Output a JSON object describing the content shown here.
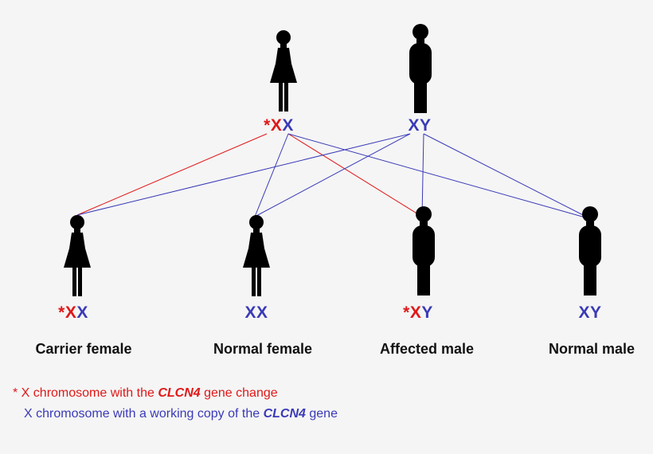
{
  "colors": {
    "mutant": "#e01818",
    "normal": "#3a3ab8",
    "figure": "#000000",
    "background": "#f5f5f5"
  },
  "parents": {
    "mother": {
      "star": "*",
      "x1": "X",
      "x2": "X"
    },
    "father": {
      "x": "X",
      "y": "Y"
    }
  },
  "children": [
    {
      "star": "*",
      "a": "X",
      "b": "X",
      "label": "Carrier female"
    },
    {
      "star": "",
      "a": "X",
      "b": "X",
      "label": "Normal female"
    },
    {
      "star": "*",
      "a": "X",
      "b": "Y",
      "label": "Affected male"
    },
    {
      "star": "",
      "a": "X",
      "b": "Y",
      "label": "Normal male"
    }
  ],
  "legend": {
    "mutant": {
      "star": "*",
      "pre": " X chromosome with the ",
      "gene": "CLCN4",
      "post": " gene change"
    },
    "normal": {
      "pre": "X chromosome with a working copy of the ",
      "gene": "CLCN4",
      "post": " gene"
    }
  }
}
